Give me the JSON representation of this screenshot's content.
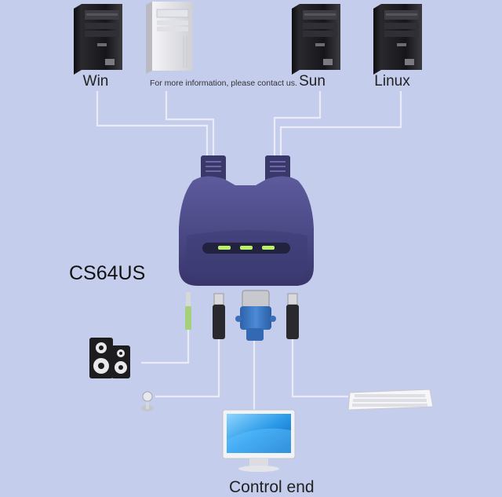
{
  "computers": [
    {
      "label": "Win",
      "style": "dark"
    },
    {
      "label": "",
      "style": "white"
    },
    {
      "label": "Sun",
      "style": "dark"
    },
    {
      "label": "Linux",
      "style": "dark"
    }
  ],
  "note": "For more information, please contact us.",
  "model": "CS64US",
  "control_end": "Control end",
  "colors": {
    "background": "#c5cdec",
    "cable": "#e8ebf5",
    "switch_body": "#4c4a86",
    "led": "#b9f26a",
    "vga_connector": "#3a78c4"
  },
  "icons": [
    "tower-pc-icon",
    "speaker-icon",
    "microphone-icon",
    "monitor-icon",
    "keyboard-icon"
  ]
}
